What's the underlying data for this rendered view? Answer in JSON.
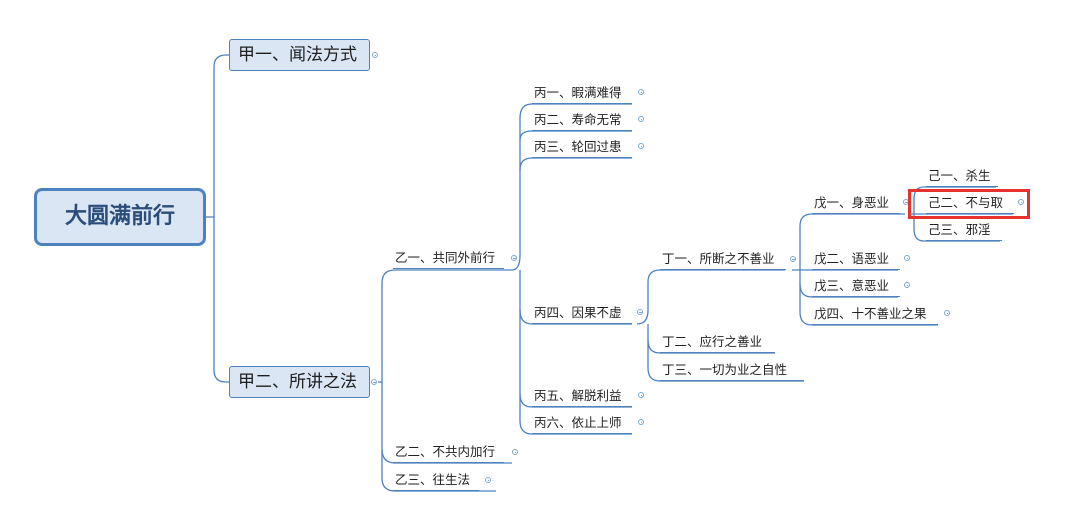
{
  "root": "大圆满前行",
  "jia1": "甲一、闻法方式",
  "jia2": "甲二、所讲之法",
  "yi1": "乙一、共同外前行",
  "yi2": "乙二、不共内加行",
  "yi3": "乙三、往生法",
  "bing1": "丙一、暇满难得",
  "bing2": "丙二、寿命无常",
  "bing3": "丙三、轮回过患",
  "bing4": "丙四、因果不虚",
  "bing5": "丙五、解脱利益",
  "bing6": "丙六、依止上师",
  "ding1": "丁一、所断之不善业",
  "ding2": "丁二、应行之善业",
  "ding3": "丁三、一切为业之自性",
  "wu1": "戊一、身恶业",
  "wu2": "戊二、语恶业",
  "wu3": "戊三、意恶业",
  "wu4": "戊四、十不善业之果",
  "ji1": "己一、杀生",
  "ji2": "己二、不与取",
  "ji3": "己三、邪淫",
  "colors": {
    "line": "#4d82bf",
    "node_fill": "#dae6f3",
    "highlight": "#e8322d"
  }
}
